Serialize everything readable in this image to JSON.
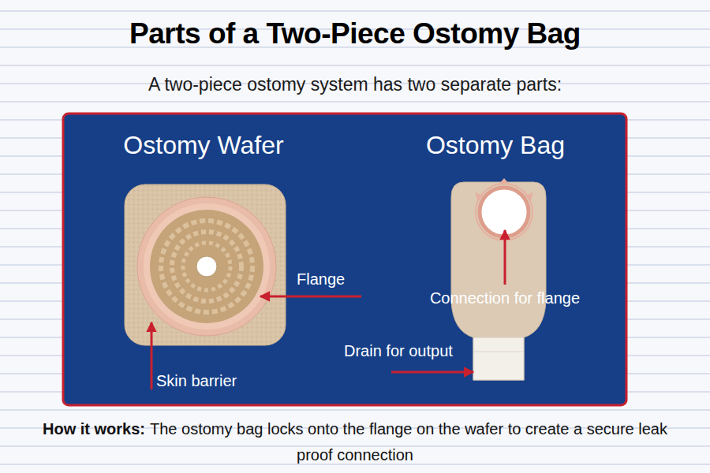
{
  "diagram": {
    "title": "Parts of a Two-Piece Ostomy Bag",
    "nodes": [
      {
        "text": [
          "Ostomy Wafer"
        ]
      },
      {
        "text": [
          "Ostomy Bag"
        ]
      }
    ],
    "labels": [
      "A two-piece ostomy system has two separate parts:",
      "Flange",
      "Skin barrier",
      "Connection for flange",
      "Drain for output",
      "How it works:",
      "The ostomy bag locks onto the flange on the wafer to create a secure leak proof connection"
    ]
  }
}
